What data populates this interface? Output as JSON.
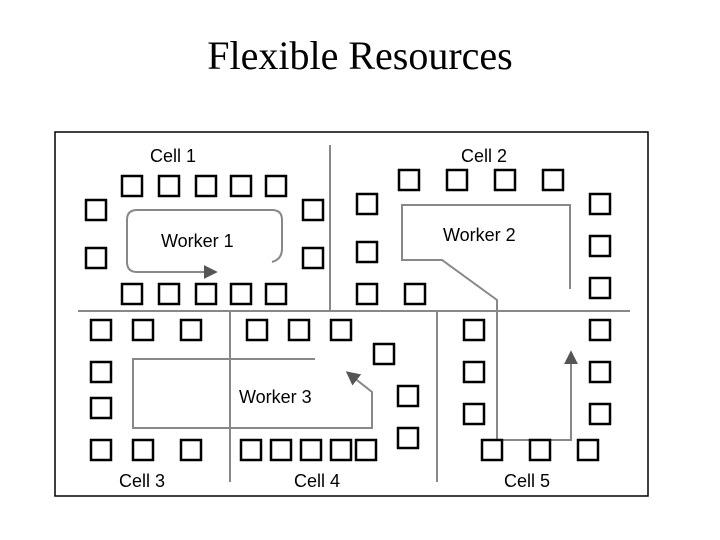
{
  "slide": {
    "title": "Flexible Resources"
  },
  "cells": [
    {
      "id": "cell-1",
      "label": "Cell 1"
    },
    {
      "id": "cell-2",
      "label": "Cell 2"
    },
    {
      "id": "cell-3",
      "label": "Cell 3"
    },
    {
      "id": "cell-4",
      "label": "Cell 4"
    },
    {
      "id": "cell-5",
      "label": "Cell 5"
    }
  ],
  "workers": [
    {
      "id": "worker-1",
      "label": "Worker 1"
    },
    {
      "id": "worker-2",
      "label": "Worker 2"
    },
    {
      "id": "worker-3",
      "label": "Worker 3"
    }
  ]
}
